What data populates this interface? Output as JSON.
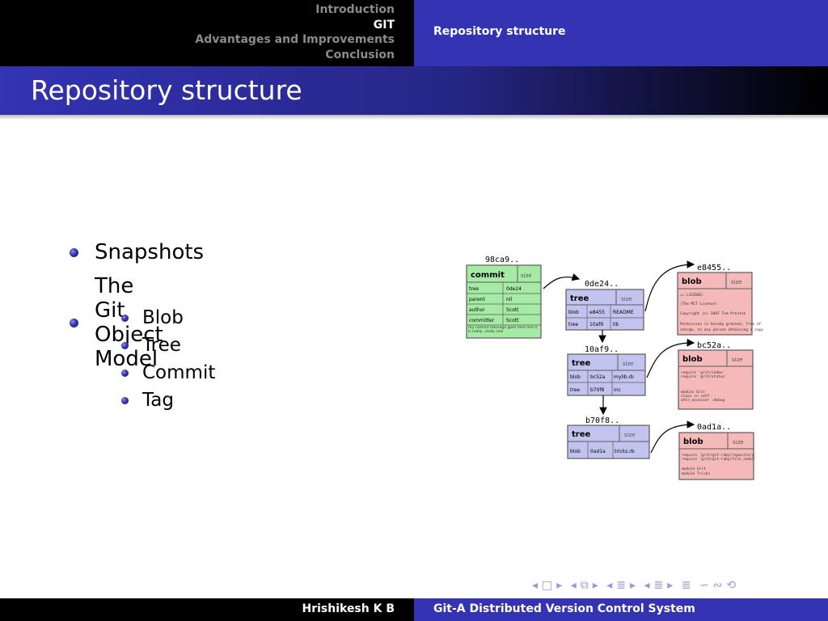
{
  "header": {
    "sections": [
      "Introduction",
      "GIT",
      "Advantages and Improvements",
      "Conclusion"
    ],
    "active_section": "GIT",
    "subsection": "Repository structure"
  },
  "frame": {
    "title": "Repository structure"
  },
  "bullets": {
    "items": [
      {
        "text": "Snapshots"
      },
      {
        "text": "The Git Object Model",
        "children": [
          "Blob",
          "Tree",
          "Commit",
          "Tag"
        ]
      }
    ]
  },
  "diagram": {
    "commit": {
      "hash": "98ca9..",
      "type": "commit",
      "size": "size",
      "rows": [
        [
          "tree",
          "0de24"
        ],
        [
          "parent",
          "nil"
        ],
        [
          "author",
          "Scott"
        ],
        [
          "committer",
          "Scott"
        ]
      ],
      "message": "my commit message goes here and it is really, really cool"
    },
    "tree1": {
      "hash": "0de24..",
      "type": "tree",
      "size": "size",
      "rows": [
        [
          "blob",
          "e8455",
          "README"
        ],
        [
          "tree",
          "10af9",
          "lib"
        ]
      ]
    },
    "tree2": {
      "hash": "10af9..",
      "type": "tree",
      "size": "size",
      "rows": [
        [
          "blob",
          "bc52a",
          "mylib.rb"
        ],
        [
          "tree",
          "b70f8",
          "inc"
        ]
      ]
    },
    "tree3": {
      "hash": "b70f8..",
      "type": "tree",
      "size": "size",
      "rows": [
        [
          "blob",
          "0ad1a",
          "tricks.rb"
        ]
      ]
    },
    "blob1": {
      "hash": "e8455..",
      "type": "blob",
      "size": "size",
      "lines": [
        "== LICENSE:",
        "(The MIT License)",
        "Copyright (c) 2007 Tom Preston",
        "Permission is hereby granted, free of",
        "charge, to any person obtaining a copy"
      ]
    },
    "blob2": {
      "hash": "bc52a..",
      "type": "blob",
      "size": "size",
      "lines": [
        "require 'grit/index'",
        "require 'grit/status'",
        "",
        "module Grit",
        "  class << self",
        "    attr_accessor :debug"
      ]
    },
    "blob3": {
      "hash": "0ad1a..",
      "type": "blob",
      "size": "size",
      "lines": [
        "require 'grit/git-ruby/repository'",
        "require 'grit/git-ruby/file_index'",
        "",
        "module Grit",
        "  module Tricks"
      ]
    }
  },
  "navigation": {
    "symbols": [
      "◂",
      "□",
      "▸",
      "◂",
      "⧉",
      "▸",
      "◂",
      "≣",
      "▸",
      "◂",
      "≣",
      "▸",
      "≣",
      "∽",
      "∾",
      "⟲"
    ]
  },
  "footer": {
    "author": "Hrishikesh K B",
    "title": "Git-A Distributed Version Control System"
  },
  "colors": {
    "accent": "#3333b3",
    "commit_fill": "#a5eba5",
    "tree_fill": "#c3c3f0",
    "blob_fill": "#f5b9b9"
  }
}
